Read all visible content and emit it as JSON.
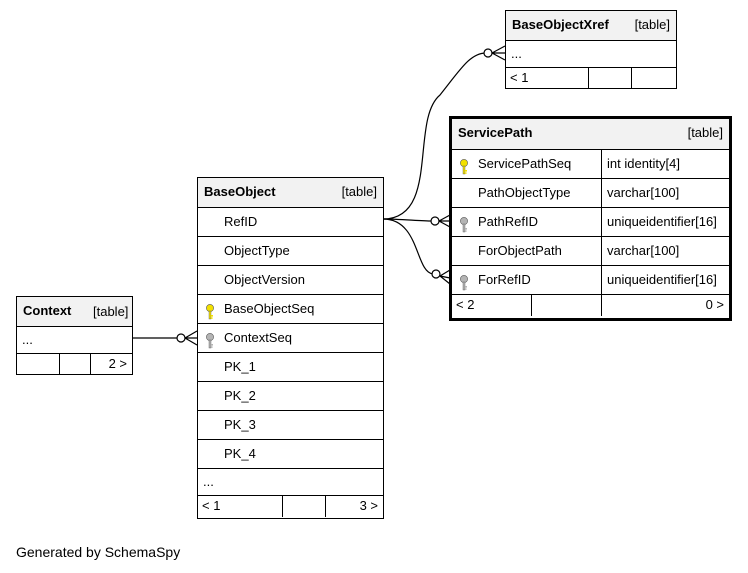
{
  "diagram": {
    "credit": "Generated by SchemaSpy",
    "tables": {
      "context": {
        "name": "Context",
        "type": "[table]",
        "more": "...",
        "footer_left": "",
        "footer_right": "2 >"
      },
      "base_object": {
        "name": "BaseObject",
        "type": "[table]",
        "columns": [
          {
            "name": "RefID",
            "key": "none"
          },
          {
            "name": "ObjectType",
            "key": "none"
          },
          {
            "name": "ObjectVersion",
            "key": "none"
          },
          {
            "name": "BaseObjectSeq",
            "key": "primary"
          },
          {
            "name": "ContextSeq",
            "key": "foreign"
          },
          {
            "name": "PK_1",
            "key": "none"
          },
          {
            "name": "PK_2",
            "key": "none"
          },
          {
            "name": "PK_3",
            "key": "none"
          },
          {
            "name": "PK_4",
            "key": "none"
          }
        ],
        "more": "...",
        "footer_left": "< 1",
        "footer_right": "3 >"
      },
      "base_object_xref": {
        "name": "BaseObjectXref",
        "type": "[table]",
        "more": "...",
        "footer_left": "< 1",
        "footer_right": ""
      },
      "service_path": {
        "name": "ServicePath",
        "type": "[table]",
        "columns": [
          {
            "name": "ServicePathSeq",
            "datatype": "int identity[4]",
            "key": "primary"
          },
          {
            "name": "PathObjectType",
            "datatype": "varchar[100]",
            "key": "none"
          },
          {
            "name": "PathRefID",
            "datatype": "uniqueidentifier[16]",
            "key": "foreign"
          },
          {
            "name": "ForObjectPath",
            "datatype": "varchar[100]",
            "key": "none"
          },
          {
            "name": "ForRefID",
            "datatype": "uniqueidentifier[16]",
            "key": "foreign"
          }
        ],
        "footer_left": "< 2",
        "footer_right": "0 >"
      }
    },
    "colors": {
      "primary_key": "#f2e000",
      "foreign_key": "#b4b4b4",
      "header_bg": "#f2f2f2",
      "line": "#000000"
    },
    "icons": {
      "primary_key": "yellow-key-icon",
      "foreign_key": "gray-key-icon"
    }
  }
}
